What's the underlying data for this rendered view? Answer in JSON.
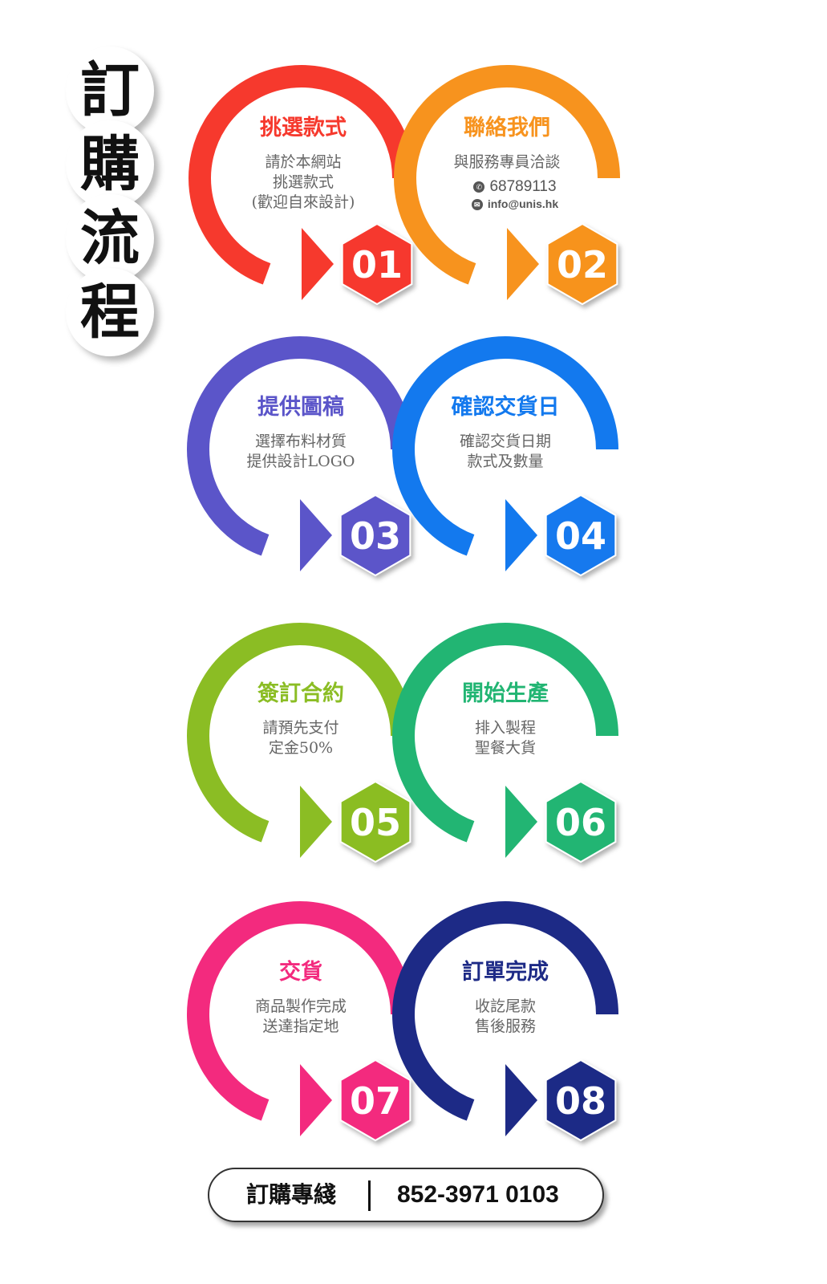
{
  "title_chars": [
    "訂",
    "購",
    "流",
    "程"
  ],
  "steps": [
    {
      "number": "01",
      "title": "挑選款式",
      "color": "#f6392d",
      "desc": [
        "請於本網站",
        "挑選款式",
        "(歡迎自來設計)"
      ]
    },
    {
      "number": "02",
      "title": "聯絡我們",
      "color": "#f7931e",
      "desc": [
        "與服務專員洽談"
      ],
      "contact": {
        "phone": "68789113",
        "phone_icon": "whatsapp-icon",
        "email": "info@unis.hk",
        "email_icon": "mail-icon"
      }
    },
    {
      "number": "03",
      "title": "提供圖稿",
      "color": "#5b55c9",
      "desc": [
        "選擇布料材質",
        "提供設計LOGO"
      ]
    },
    {
      "number": "04",
      "title": "確認交貨日",
      "color": "#1379ee",
      "desc": [
        "確認交貨日期",
        "款式及數量"
      ]
    },
    {
      "number": "05",
      "title": "簽訂合約",
      "color": "#8bbd24",
      "desc": [
        "請預先支付",
        "定金50%"
      ]
    },
    {
      "number": "06",
      "title": "開始生產",
      "color": "#22b573",
      "desc": [
        "排入製程",
        "聖餐大貨"
      ]
    },
    {
      "number": "07",
      "title": "交貨",
      "color": "#f32a7e",
      "desc": [
        "商品製作完成",
        "送達指定地"
      ]
    },
    {
      "number": "08",
      "title": "訂單完成",
      "color": "#1d2a86",
      "desc": [
        "收訖尾款",
        "售後服務"
      ]
    }
  ],
  "hotline": {
    "label": "訂購專綫",
    "number": "852-3971 0103"
  }
}
